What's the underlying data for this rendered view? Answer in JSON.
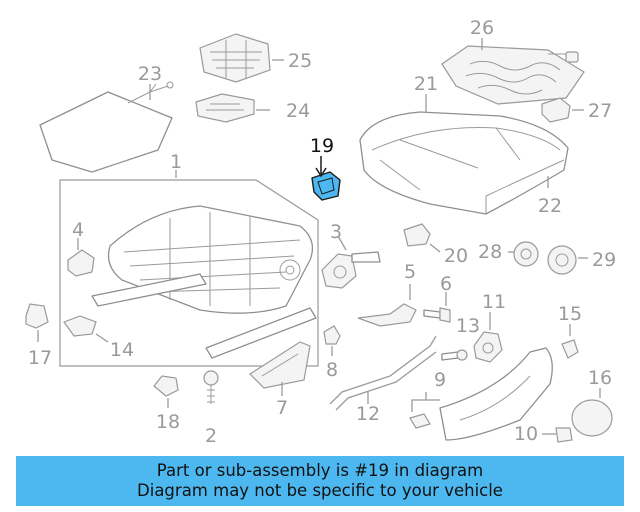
{
  "diagram": {
    "highlight_color": "#4db8f0",
    "callouts": [
      {
        "id": "1",
        "label": "1"
      },
      {
        "id": "2",
        "label": "2"
      },
      {
        "id": "3",
        "label": "3"
      },
      {
        "id": "4",
        "label": "4"
      },
      {
        "id": "5",
        "label": "5"
      },
      {
        "id": "6",
        "label": "6"
      },
      {
        "id": "7",
        "label": "7"
      },
      {
        "id": "8",
        "label": "8"
      },
      {
        "id": "9",
        "label": "9"
      },
      {
        "id": "10",
        "label": "10"
      },
      {
        "id": "11",
        "label": "11"
      },
      {
        "id": "12",
        "label": "12"
      },
      {
        "id": "13",
        "label": "13"
      },
      {
        "id": "14",
        "label": "14"
      },
      {
        "id": "15",
        "label": "15"
      },
      {
        "id": "16",
        "label": "16"
      },
      {
        "id": "17",
        "label": "17"
      },
      {
        "id": "18",
        "label": "18"
      },
      {
        "id": "19",
        "label": "19"
      },
      {
        "id": "20",
        "label": "20"
      },
      {
        "id": "21",
        "label": "21"
      },
      {
        "id": "22",
        "label": "22"
      },
      {
        "id": "23",
        "label": "23"
      },
      {
        "id": "24",
        "label": "24"
      },
      {
        "id": "25",
        "label": "25"
      },
      {
        "id": "26",
        "label": "26"
      },
      {
        "id": "27",
        "label": "27"
      },
      {
        "id": "28",
        "label": "28"
      },
      {
        "id": "29",
        "label": "29"
      }
    ]
  },
  "banner": {
    "line1": "Part or sub-assembly is #19 in diagram",
    "line2": "Diagram may not be specific to your vehicle",
    "background": "#4db8f0"
  }
}
